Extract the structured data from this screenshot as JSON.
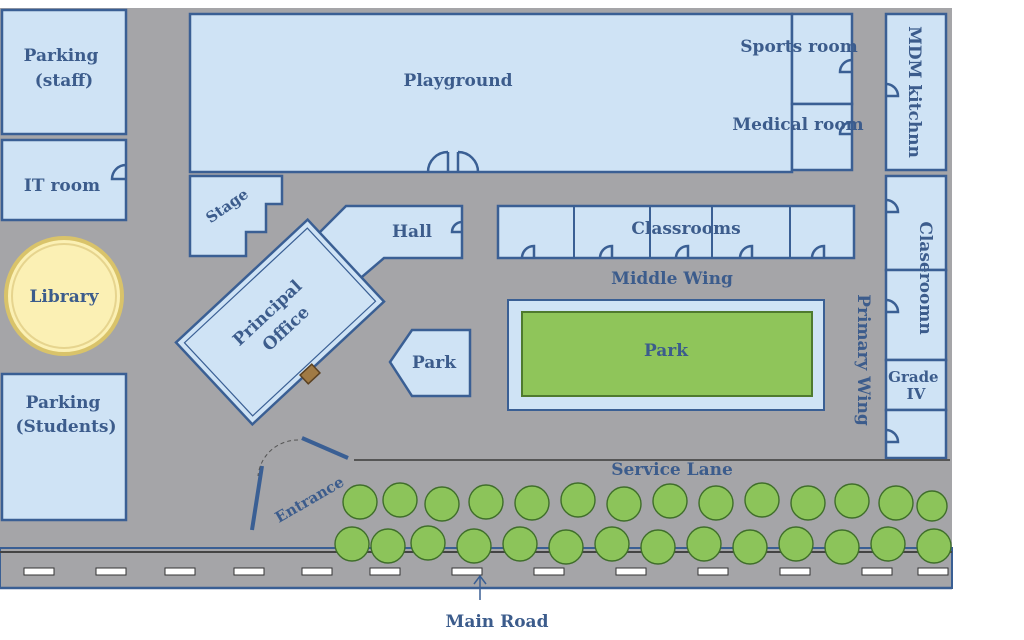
{
  "map": {
    "labels": {
      "parking_staff": [
        "Parking",
        "(staff)"
      ],
      "it_room": "IT room",
      "library": "Library",
      "parking_students": [
        "Parking",
        "(Students)"
      ],
      "playground": "Playground",
      "sports_room": "Sports room",
      "medical_room": "Medical room",
      "mdm_kitchen": "MDM kitchnn",
      "stage": "Stage",
      "hall": "Hall",
      "classrooms": "Classrooms",
      "middle_wing": "Middle Wing",
      "principal_office": [
        "Principal",
        "Office"
      ],
      "park_small": "Park",
      "park_main": "Park",
      "primary_wing": "Primary Wing",
      "classroom_right": "Claseroomn",
      "grade_iv": [
        "Grade",
        "IV"
      ],
      "service_lane": "Service Lane",
      "entrance": "Entrance",
      "main_road": "Main Road"
    },
    "colors": {
      "building": "#cfe3f5",
      "outline": "#3a5f94",
      "road": "#a5a5a8",
      "library": "#fbf0b4",
      "park": "#8fc55a",
      "tree": "#8cc45a",
      "label": "#3c5c8c"
    }
  }
}
